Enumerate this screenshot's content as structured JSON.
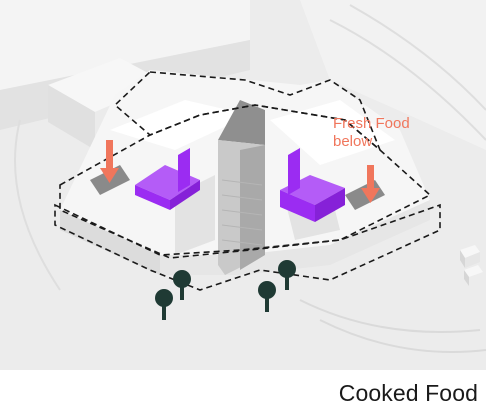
{
  "annotations": {
    "fresh_food_line1": "Fresh Food",
    "fresh_food_line2": "below"
  },
  "caption": "Cooked Food",
  "colors": {
    "background": "#ffffff",
    "ground": "#ececec",
    "building": "#f6f6f6",
    "tower_dark": "#8f8f8f",
    "accent_purple": "#9b2cf2",
    "arrow_coral": "#f0765c",
    "tree_dark": "#1f3a34",
    "dashed_outline": "#1a1a1a"
  },
  "icons": {
    "arrow": "down-arrow-icon",
    "tree": "tree-icon",
    "kiosk": "kiosk-icon"
  }
}
